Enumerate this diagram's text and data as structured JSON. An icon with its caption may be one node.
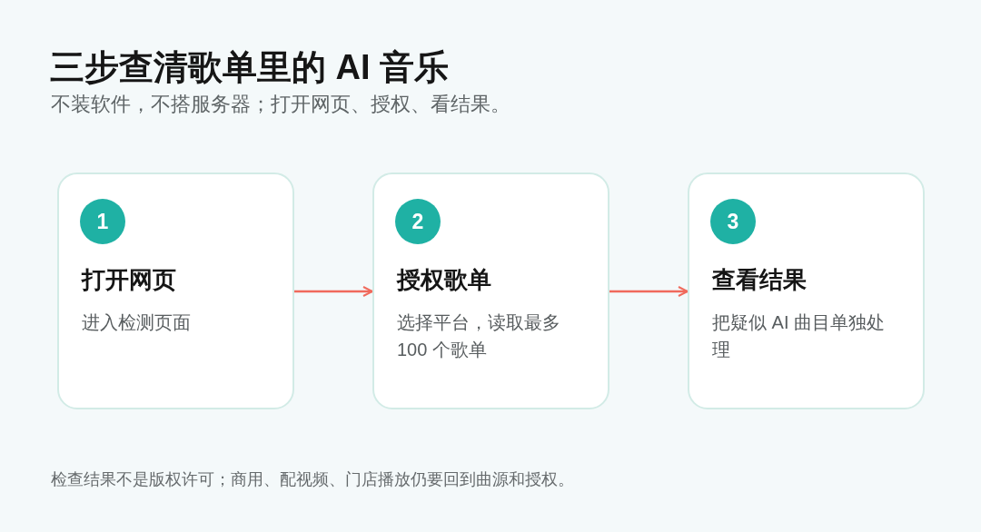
{
  "diagram": {
    "title": "三步查清歌单里的 AI 音乐",
    "nodes": [
      {
        "text": [
          "打开网页",
          "进入检测页面"
        ]
      },
      {
        "text": [
          "1"
        ],
        "in": 0
      },
      {
        "text": [
          "授权歌单",
          "选择平台，读取最多 100 个歌单"
        ]
      },
      {
        "text": [
          "2"
        ],
        "in": 2
      },
      {
        "text": [
          "查看结果",
          "把疑似 AI 曲目单独处理"
        ]
      },
      {
        "text": [
          "3"
        ],
        "in": 4
      }
    ],
    "edges": [
      {
        "from": 0,
        "to": 2,
        "arrow": "to"
      },
      {
        "from": 2,
        "to": 4,
        "arrow": "to"
      }
    ],
    "labels": [
      "不装软件，不搭服务器；打开网页、授权、看结果。",
      "检查结果不是版权许可；商用、配视频、门店播放仍要回到曲源和授权。"
    ]
  }
}
